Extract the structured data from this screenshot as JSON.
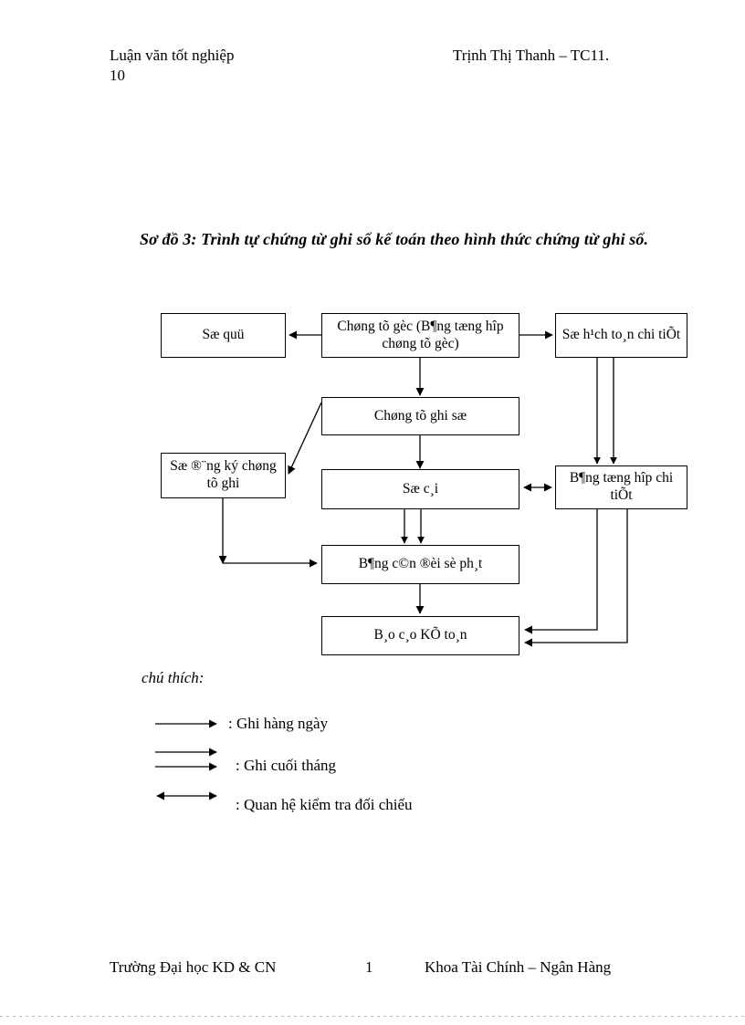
{
  "header": {
    "left": "Luận văn tốt nghiệp",
    "right": "Trịnh Thị Thanh – TC11.",
    "continuation": "10"
  },
  "title": "Sơ đồ 3: Trình tự chứng từ ghi sổ kế toán theo hình thức chứng từ ghi sổ.",
  "diagram": {
    "nodes": {
      "so_quy": "Sæ quü",
      "chung_tu_goc": "Chøng tõ gèc (B¶ng tæng hîp chøng tõ gèc)",
      "so_hach_toan": "Sæ h¹ch to¸n chi tiÕt",
      "chung_tu_ghi_so": "Chøng tõ ghi sæ",
      "so_dang_ky": "Sæ ®¨ng ký chøng tõ ghi",
      "so_cai": "Sæ c¸i",
      "bang_tong_hop": "B¶ng tæng hîp chi tiÕt",
      "bang_can_doi": "B¶ng c©n ®èi sè ph¸t",
      "bao_cao_ke_toan": "B¸o c¸o KÕ to¸n"
    },
    "line_color": "#000000"
  },
  "legend": {
    "title": "chú thích:",
    "items": [
      {
        "label": ": Ghi hàng ngày",
        "style": "single-arrow"
      },
      {
        "label": ": Ghi cuối tháng",
        "style": "double-arrow"
      },
      {
        "label": ": Quan hệ kiểm tra đối chiếu",
        "style": "bidirectional-arrow"
      }
    ]
  },
  "footer": {
    "left": "Trường Đại học KD  & CN",
    "page": "1",
    "right": "Khoa Tài Chính – Ngân Hàng"
  }
}
